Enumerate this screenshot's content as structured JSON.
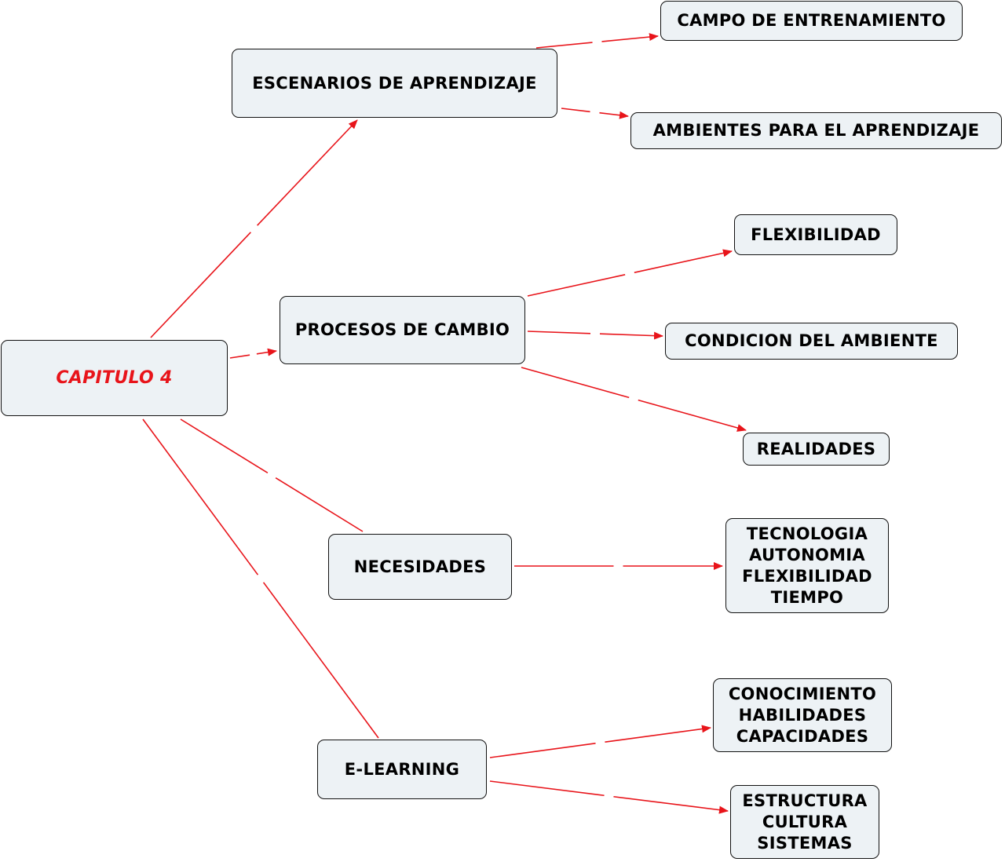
{
  "colors": {
    "link": "#e8141a",
    "node_fill": "#edf2f5",
    "root_text": "#e8141a"
  },
  "nodes": {
    "capitulo": {
      "lines": [
        "CAPITULO 4"
      ]
    },
    "escenarios": {
      "lines": [
        "ESCENARIOS DE APRENDIZAJE"
      ]
    },
    "campo": {
      "lines": [
        "CAMPO DE ENTRENAMIENTO"
      ]
    },
    "ambientes": {
      "lines": [
        "AMBIENTES PARA EL APRENDIZAJE"
      ]
    },
    "procesos": {
      "lines": [
        "PROCESOS DE CAMBIO"
      ]
    },
    "flexibilidad": {
      "lines": [
        "FLEXIBILIDAD"
      ]
    },
    "condicion": {
      "lines": [
        "CONDICION DEL AMBIENTE"
      ]
    },
    "realidades": {
      "lines": [
        "REALIDADES"
      ]
    },
    "necesidades": {
      "lines": [
        "NECESIDADES"
      ]
    },
    "tecnologia": {
      "lines": [
        "TECNOLOGIA",
        "AUTONOMIA",
        "FLEXIBILIDAD",
        "TIEMPO"
      ]
    },
    "conocimiento": {
      "lines": [
        "CONOCIMIENTO",
        "HABILIDADES",
        "CAPACIDADES"
      ]
    },
    "elearning": {
      "lines": [
        "E-LEARNING"
      ]
    },
    "estructura": {
      "lines": [
        "ESTRUCTURA",
        "CULTURA",
        "SISTEMAS"
      ]
    }
  },
  "links": [
    {
      "from": "capitulo",
      "to": "escenarios",
      "arrow": true
    },
    {
      "from": "capitulo",
      "to": "procesos",
      "arrow": true
    },
    {
      "from": "capitulo",
      "to": "necesidades",
      "arrow": false
    },
    {
      "from": "capitulo",
      "to": "elearning",
      "arrow": false
    },
    {
      "from": "escenarios",
      "to": "campo",
      "arrow": true
    },
    {
      "from": "escenarios",
      "to": "ambientes",
      "arrow": true
    },
    {
      "from": "procesos",
      "to": "flexibilidad",
      "arrow": true
    },
    {
      "from": "procesos",
      "to": "condicion",
      "arrow": true
    },
    {
      "from": "procesos",
      "to": "realidades",
      "arrow": true
    },
    {
      "from": "necesidades",
      "to": "tecnologia",
      "arrow": true
    },
    {
      "from": "elearning",
      "to": "conocimiento",
      "arrow": true
    },
    {
      "from": "elearning",
      "to": "estructura",
      "arrow": true
    }
  ]
}
